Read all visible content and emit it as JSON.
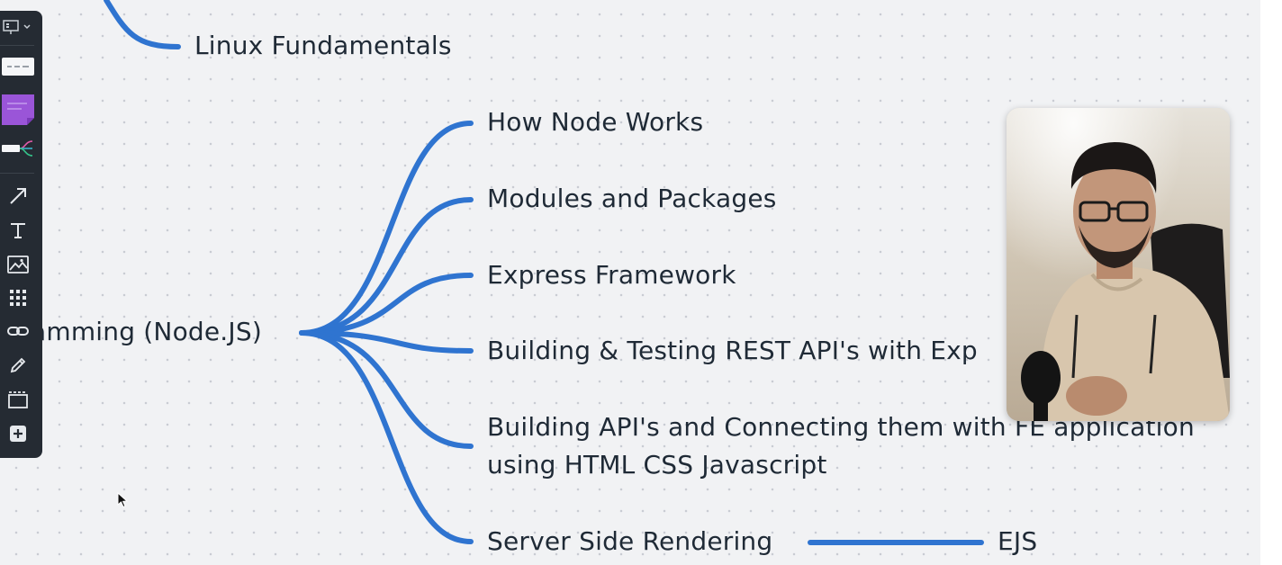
{
  "mindmap": {
    "root_label": "amming (Node.JS)",
    "prev_branch_label": "Linux Fundamentals",
    "children": [
      "How Node Works",
      "Modules and Packages",
      "Express Framework",
      "Building & Testing REST API's with Exp",
      "Building API's and Connecting them with FE application",
      "using HTML CSS Javascript",
      "Server Side Rendering"
    ],
    "leaf_label": "EJS"
  },
  "colors": {
    "branch": "#2f74d0",
    "text": "#1f2a36",
    "toolbar_bg": "#252b33",
    "sticky_note": "#9a55d8"
  },
  "toolbar": {
    "tools": [
      "presentation-icon",
      "card-icon",
      "sticky-note-icon",
      "mindmap-icon",
      "arrow-icon",
      "text-icon",
      "image-icon",
      "grid-icon",
      "link-icon",
      "pen-icon",
      "frame-icon",
      "add-icon"
    ]
  }
}
